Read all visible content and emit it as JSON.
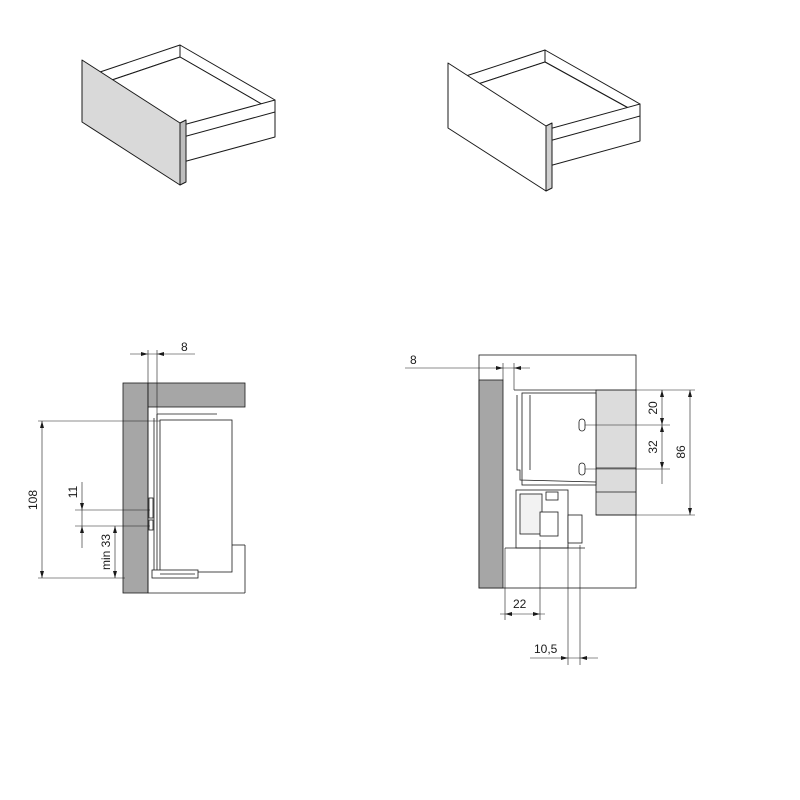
{
  "drawings": {
    "drawer_view_1": {
      "name": "drawer-iso-left"
    },
    "drawer_view_2": {
      "name": "drawer-iso-right"
    },
    "section_left": {
      "dimensions": {
        "top_offset": "8",
        "height": "108",
        "hole_spacing": "11",
        "min_from_bottom": "min 33"
      }
    },
    "section_right": {
      "dimensions": {
        "top_offset": "8",
        "hole_top": "20",
        "hole_pitch": "32",
        "total_height": "86",
        "bottom_left": "22",
        "bottom_right": "10,5"
      }
    }
  },
  "colors": {
    "line": "#1a1a1a",
    "panel_gray": "#a6a6a6",
    "panel_light": "#dcdcdc",
    "front_gray": "#d9d9d9",
    "inner_gray": "#e6e6e6"
  }
}
